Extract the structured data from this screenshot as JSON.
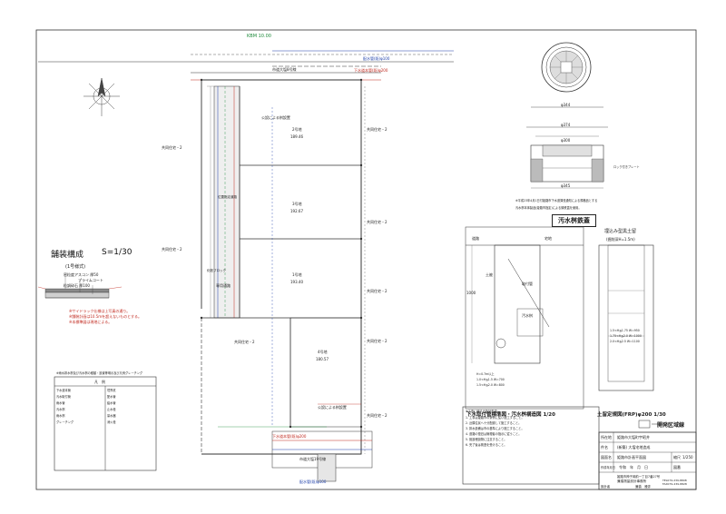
{
  "plan": {
    "bm_label": "KBM 10.00",
    "top_road": "市道大塩8号線",
    "bottom_road": "市道大塩19号線",
    "sewer_top_a": "配水管(既)φ100",
    "sewer_top_b": "下水道本管(既)φ200",
    "sewer_bottom": "下水道本管(既)φ200",
    "water_bottom": "配水管(既)φ100",
    "lots": [
      {
        "label": "2号地",
        "area": "189.46"
      },
      {
        "label": "3号地",
        "area": "192.67"
      },
      {
        "label": "1号地",
        "area": "193.40"
      },
      {
        "label": "4号地",
        "area": "180.57"
      }
    ],
    "road_label": "位置指定道路",
    "private_road": "専用通路",
    "block_label": "化粧ブロック",
    "public_facility": "公設による桝設置",
    "neighbors": [
      "共同住宅・2",
      "共同住宅・2",
      "共同住宅・2",
      "共同住宅・2",
      "共同住宅・2",
      "共同住宅・2",
      "共同住宅・2",
      "共同住宅・2"
    ]
  },
  "paving": {
    "title": "舗装構成",
    "scale": "S=1/30",
    "type": "(1号様式)",
    "layers": [
      "密粒度アスコン 厚50",
      "プライムコート",
      "粒調砕石 厚100"
    ],
    "notes": [
      "※サイドラック仕様は上写真の通り。",
      "※舗装計画は10.5mを超えないものとする。",
      "※本標準図は現地による。"
    ]
  },
  "legend": {
    "title": "※雨水排水桝及び汚水桝の種類・設置等明示及び凡例グレーチング",
    "header": "凡　例",
    "rows": [
      "下水道本管",
      "汚水取付管",
      "雨水管",
      "汚水桝",
      "雨水桝",
      "グレーチング",
      "境界杭",
      "配水管",
      "給水管",
      "止水栓",
      "量水器",
      "消火栓"
    ]
  },
  "manhole": {
    "title": "汚水桝鉄蓋",
    "dim_top": "φ344",
    "dim_mid1": "φ374",
    "dim_mid2": "φ300",
    "dim_bot": "φ345",
    "label_right": "ロック付きプレート",
    "note1": "※平成23年4月1日付姫路市下水道課長通知による規格品とする",
    "note2": "汚水桝本体製品(姫路市指定)による鋳鉄蓋を使用。"
  },
  "sewer_detail": {
    "title": "下水取付管標準図・汚水桝構造図",
    "scale": "1/20",
    "labels": [
      "道路",
      "宅地",
      "土被",
      "取付管",
      "汚水桝"
    ],
    "notes": [
      "H=0.7m以上",
      "1.0<H≦1.5 W=700",
      "1.5<H≦2.0 W=800"
    ],
    "dim": "1000"
  },
  "stop_detail": {
    "title": "埋込み型黒土留",
    "subtitle": "(掘削深H=1.5m)",
    "footer_title": "土留定規図(FRP)φ200",
    "scale": "1/30",
    "rows": [
      "1.5<H≦1.75 W=950",
      "1.75<H≦2.0 W=1000",
      "2.0<H≦2.5 W=1100"
    ]
  },
  "notes_box": {
    "title": "※工事に関する特記事項",
    "lines": [
      "1. 工事は姫路市の条例に従い施工すること。",
      "2. 近隣住民へ十分配慮して施工すること。",
      "3. 排水設備は市の基準により施工すること。",
      "4. 道路の復旧は管理者の指示に従うこと。",
      "5. 既設埋設物に注意すること。",
      "6. 完了後は検査を受けること。"
    ]
  },
  "title_block": {
    "header": "開発区域線",
    "location_label": "所在地",
    "location": "姫路市大塩町宇昭井",
    "project_label": "件名",
    "project": "(新築) 大塩宅地造成",
    "drawing_label": "図面名",
    "drawing": "姫路市計画平面図",
    "scale_label": "縮尺",
    "scale": "1/250",
    "date_label": "作成年月日",
    "date": "令和　年　月　日",
    "number_label": "図番",
    "designer_label": "設計者",
    "office": "姫路市神子岡前一丁目7番27号",
    "firm": "兼橋測量設計事務所",
    "tel": "TEL079-239-8808",
    "fax": "FAX079-239-8828",
    "person_label": "設計者",
    "person": "兼橋　雅弥"
  },
  "colors": {
    "line": "#333333",
    "blue": "#1a3ca8",
    "red": "#c0281e",
    "green": "#1d8a3a",
    "fill_gray": "#cfcfcf"
  }
}
